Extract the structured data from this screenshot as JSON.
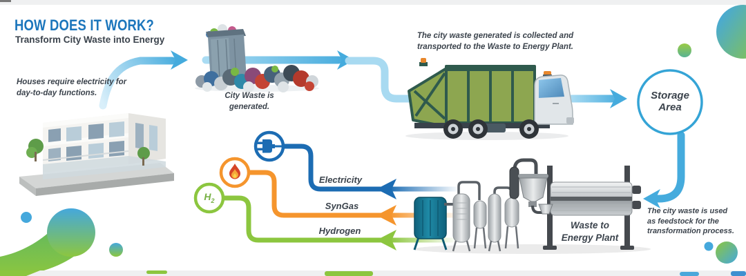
{
  "header": {
    "title": "HOW DOES IT WORK?",
    "subtitle": "Transform City Waste into Energy"
  },
  "captions": {
    "houses": "Houses require electricity for day-to-day functions.",
    "waste": "City Waste is generated.",
    "collection": "The city waste generated is collected and transported to the Waste to Energy Plant.",
    "feedstock": "The city waste is used as feedstock for the transformation process."
  },
  "nodes": {
    "storage": "Storage Area",
    "plant": "Waste to Energy Plant",
    "h2_symbol": "H",
    "h2_sub": "2"
  },
  "outputs": [
    {
      "label": "Electricity",
      "color": "#1c6cb3",
      "icon": "plug-icon"
    },
    {
      "label": "SynGas",
      "color": "#f5952d",
      "icon": "flame-icon"
    },
    {
      "label": "Hydrogen",
      "color": "#8cc63f",
      "icon": "h2-icon"
    }
  ],
  "colors": {
    "title_blue": "#1c76bc",
    "text_dark": "#3b434c",
    "flow_arrow_blue": "#45abdd",
    "storage_ring_blue": "#35a4d6",
    "electricity_blue": "#1c6cb3",
    "syngas_orange": "#f5952d",
    "hydrogen_green": "#8cc63f",
    "truck_green": "#8da650",
    "truck_frame_green": "#2f5a4d",
    "tank_teal": "#15798f",
    "blob_blue": "#45a8dc",
    "blob_green": "#8cc63f"
  }
}
